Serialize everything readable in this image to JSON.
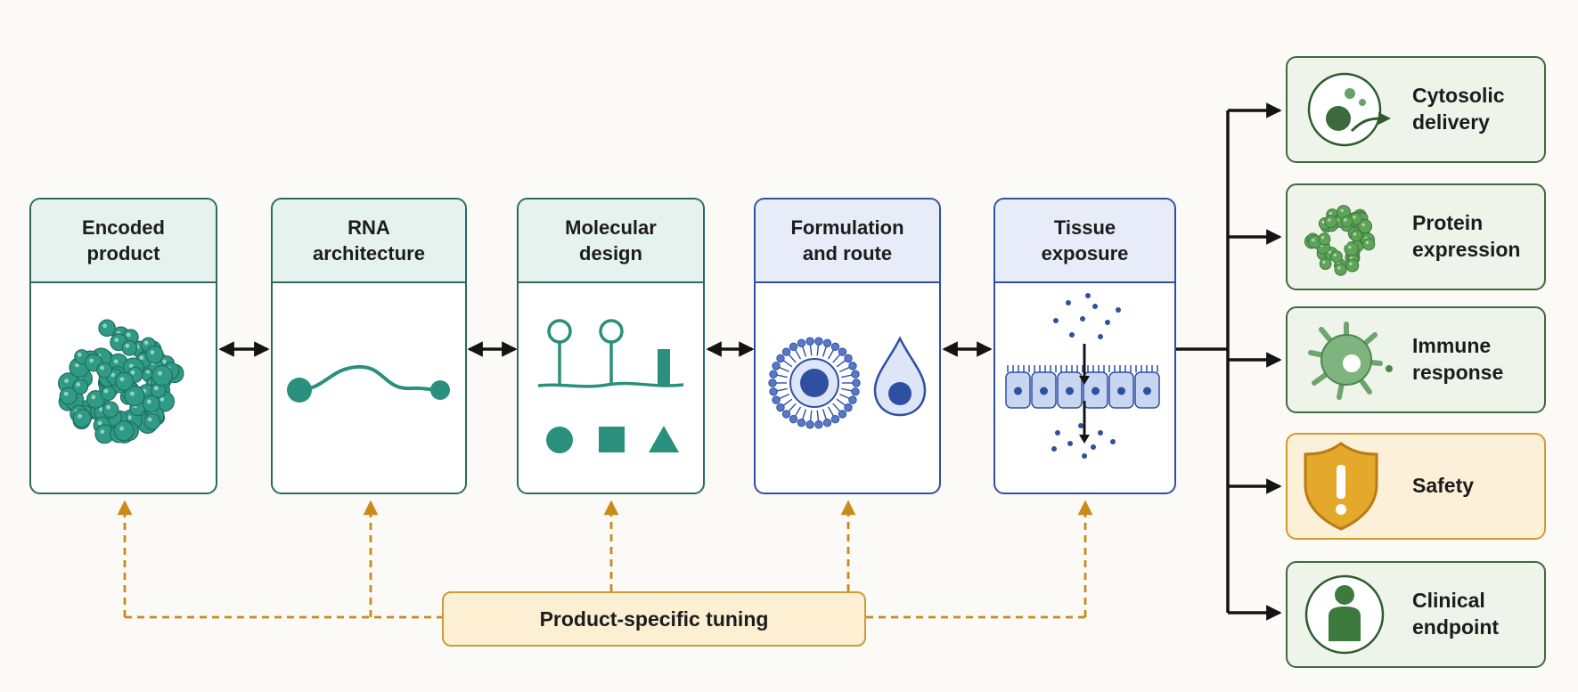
{
  "stages": [
    {
      "title": "Encoded\nproduct"
    },
    {
      "title": "RNA\narchitecture"
    },
    {
      "title": "Molecular\ndesign"
    },
    {
      "title": "Formulation\nand route"
    },
    {
      "title": "Tissue\nexposure"
    }
  ],
  "outcomes": [
    {
      "label": "Cytosolic\ndelivery"
    },
    {
      "label": "Protein\nexpression"
    },
    {
      "label": "Immune\nresponse"
    },
    {
      "label": "Safety"
    },
    {
      "label": "Clinical\nendpoint"
    }
  ],
  "tuning": {
    "label": "Product-specific tuning"
  },
  "colors": {
    "teal": "#2a8f7c",
    "teal_dark": "#2a6b5e",
    "blue": "#2f4fa3",
    "green": "#3d6a3c",
    "amber": "#c98a1a",
    "ink": "#141414"
  }
}
